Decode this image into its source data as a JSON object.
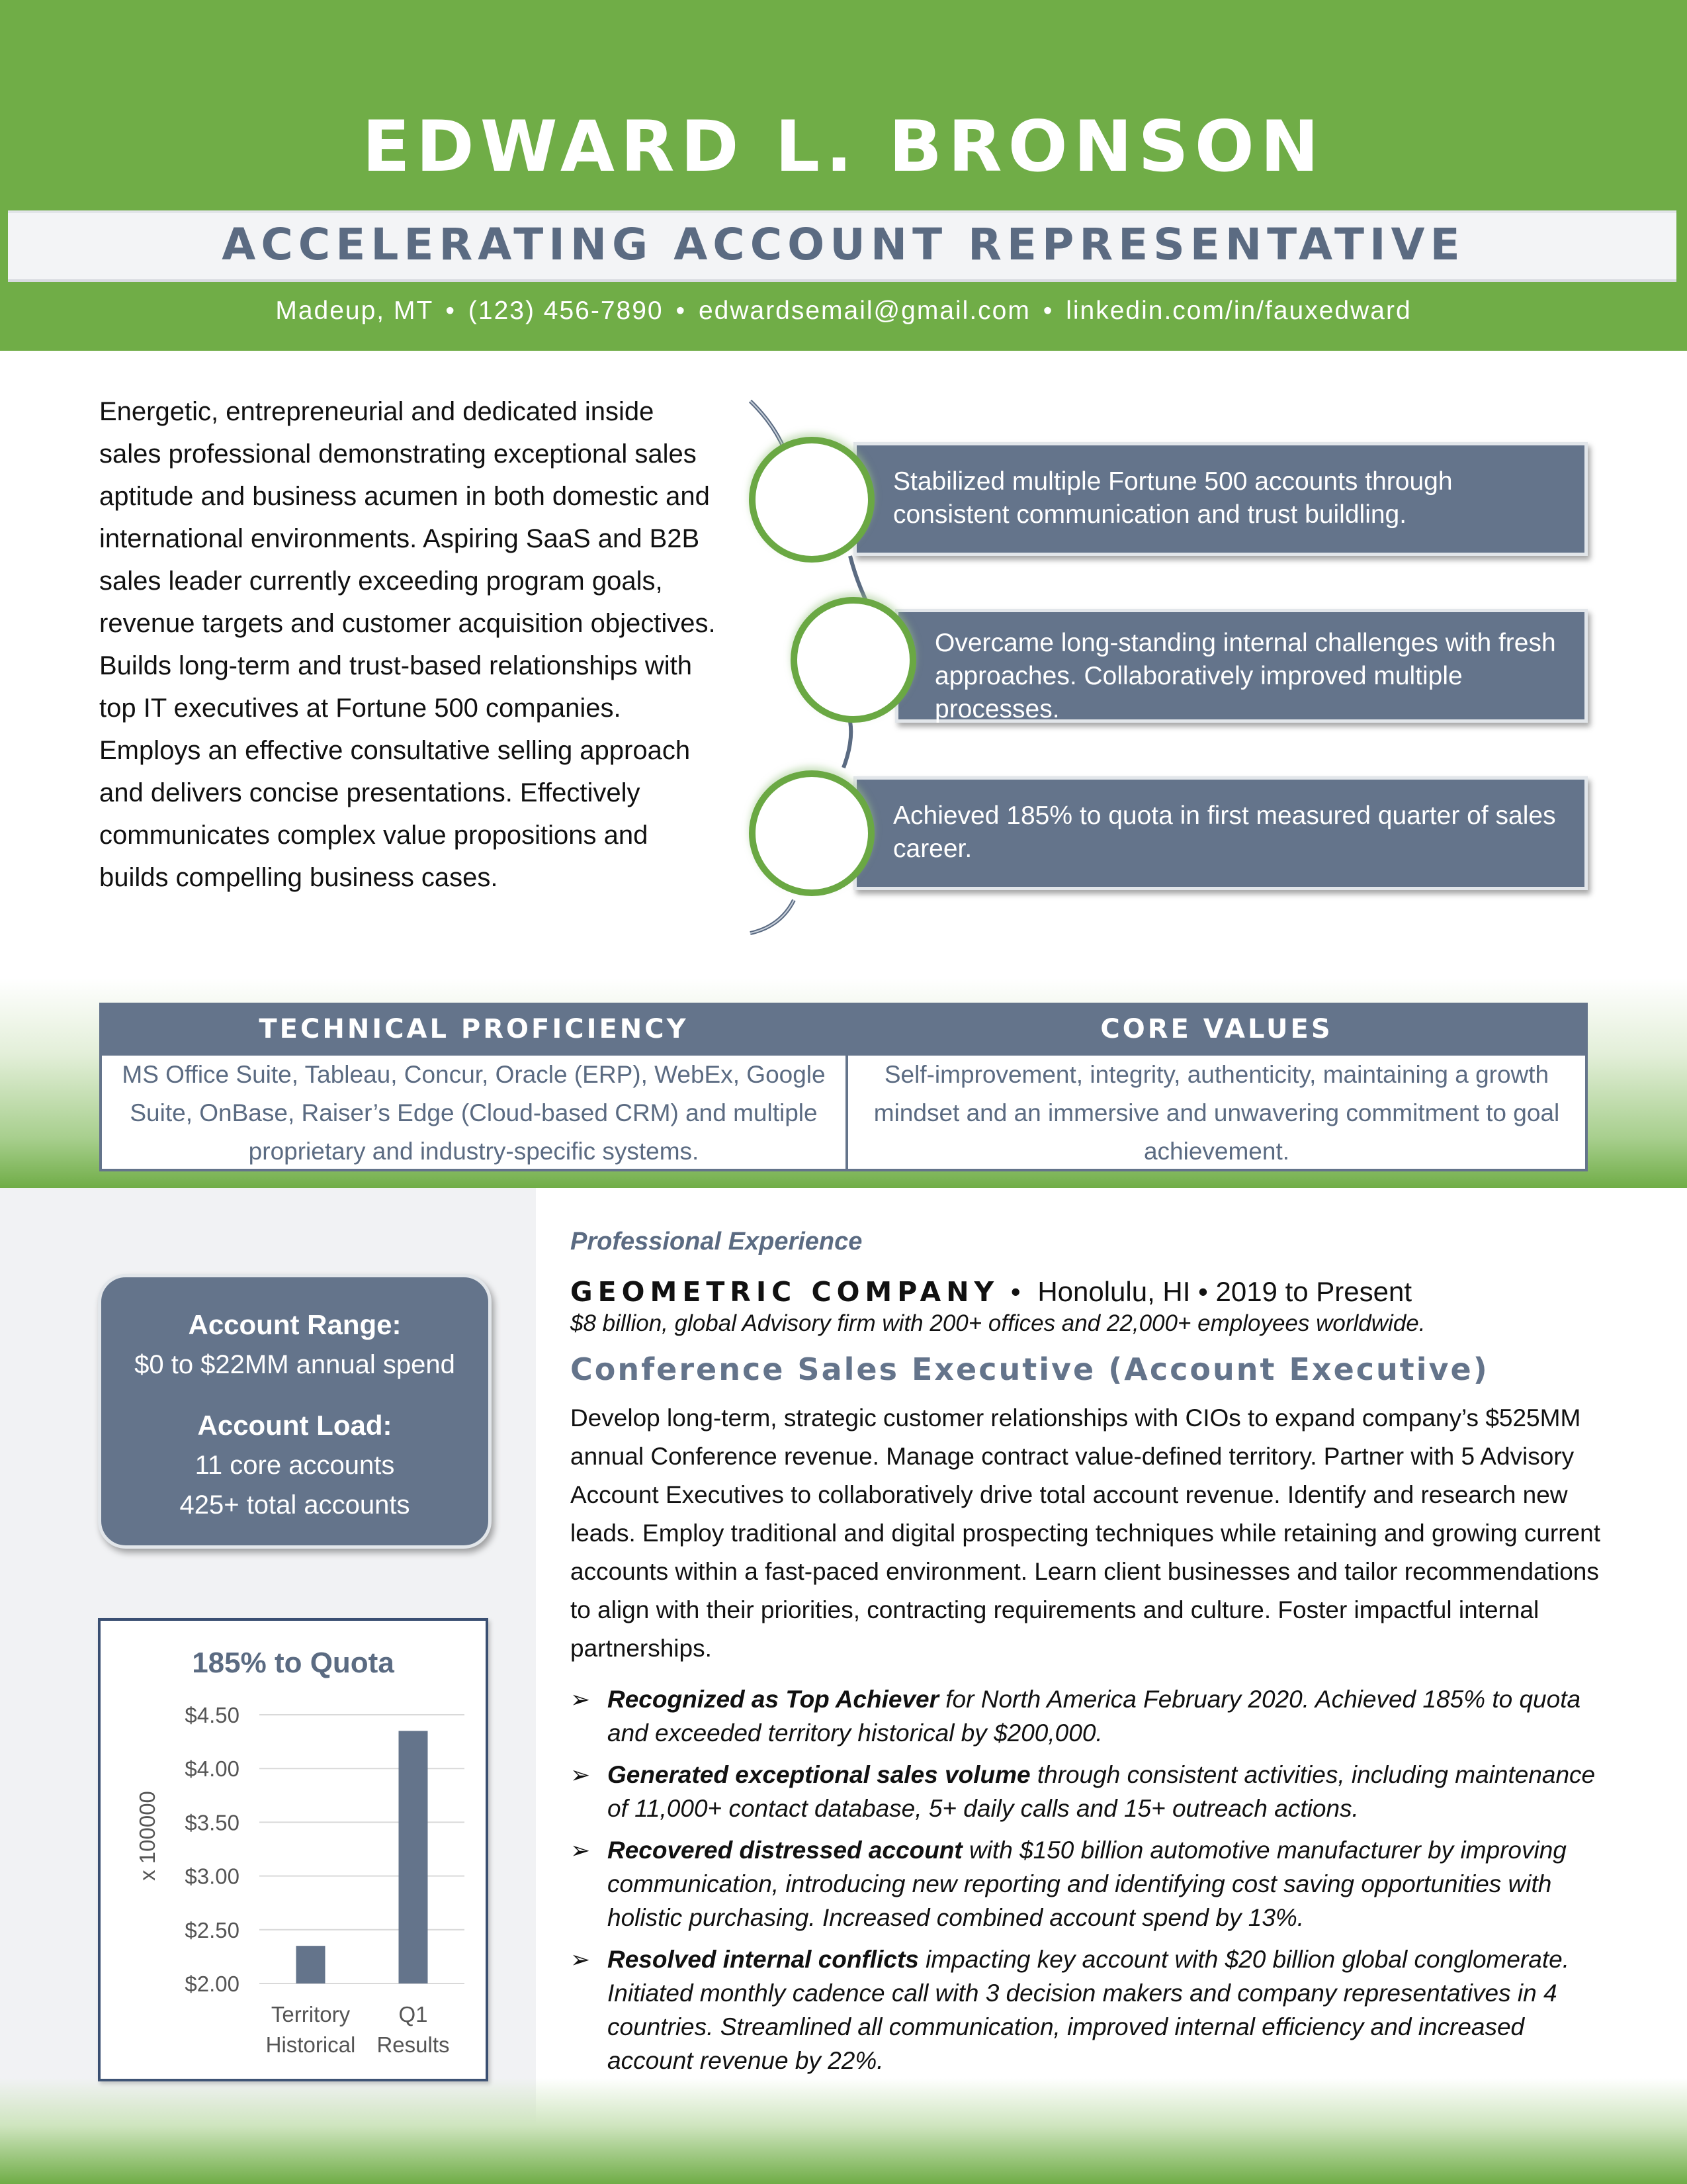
{
  "header": {
    "name": "EDWARD L. BRONSON",
    "tagline": "ACCELERATING ACCOUNT REPRESENTATIVE",
    "contact": [
      "Madeup, MT",
      "(123) 456-7890",
      "edwardsemail@gmail.com",
      "linkedin.com/in/fauxedward"
    ],
    "separator": "•"
  },
  "summary": "Energetic, entrepreneurial and dedicated inside sales professional demonstrating exceptional sales aptitude and business acumen in both domestic and international environments. Aspiring SaaS and B2B sales leader currently exceeding program goals, revenue targets and customer acquisition objectives. Builds long-term and trust-based relationships with top IT executives at Fortune 500 companies. Employs an effective consultative selling approach and delivers concise presentations. Effectively communicates complex value propositions and builds compelling business cases.",
  "highlights": [
    "Stabilized multiple Fortune 500 accounts through consistent communication and trust buildling.",
    "Overcame long-standing internal challenges with fresh approaches. Collaboratively improved multiple processes.",
    "Achieved 185% to quota in first measured quarter of sales career."
  ],
  "table": {
    "col1_header": "TECHNICAL PROFICIENCY",
    "col1_body": "MS Office Suite, Tableau, Concur, Oracle (ERP), WebEx, Google Suite, OnBase, Raiser’s Edge (Cloud-based CRM) and multiple proprietary and industry-specific systems.",
    "col2_header": "CORE VALUES",
    "col2_body": "Self-improvement, integrity, authenticity, maintaining a growth mindset and an immersive and unwavering commitment to goal achievement."
  },
  "account": {
    "range_label": "Account Range:",
    "range_value": "$0 to $22MM annual spend",
    "load_label": "Account Load:",
    "load_value1": "11 core accounts",
    "load_value2": "425+ total accounts"
  },
  "chart_data": {
    "type": "bar",
    "title": "185% to Quota",
    "ylabel": "x 100000",
    "xlabel": "",
    "categories": [
      [
        "Territory",
        "Historical"
      ],
      [
        "Q1",
        "Results"
      ]
    ],
    "values": [
      2.35,
      4.35
    ],
    "ylim": [
      2.0,
      4.5
    ],
    "yticks": [
      "$2.00",
      "$2.50",
      "$3.00",
      "$3.50",
      "$4.00",
      "$4.50"
    ],
    "ytick_values": [
      2.0,
      2.5,
      3.0,
      3.5,
      4.0,
      4.5
    ],
    "bar_color": "#64748b",
    "grid": true
  },
  "experience": {
    "section_label": "Professional Experience",
    "company": "GEOMETRIC COMPANY",
    "company_sep": "•",
    "location_dates": "Honolulu, HI • 2019 to Present",
    "company_desc": "$8 billion, global Advisory firm with 200+ offices and 22,000+ employees worldwide.",
    "role": "Conference Sales Executive (Account Executive)",
    "description": "Develop long-term, strategic customer relationships with CIOs to expand company’s $525MM annual Conference revenue. Manage contract value-defined territory. Partner with 5 Advisory Account Executives to collaboratively drive total account revenue. Identify and research new leads. Employ traditional and digital prospecting techniques while retaining and growing current accounts within a fast-paced environment. Learn client businesses and tailor recommendations to align with their priorities, contracting requirements and culture. Foster impactful internal partnerships.",
    "bullet_marker": "➢",
    "bullets": [
      {
        "bold": "Recognized as Top Achiever",
        "text": " for North America February 2020. Achieved 185% to quota and exceeded territory historical by $200,000."
      },
      {
        "bold": "Generated exceptional sales volume",
        "text": " through consistent activities, including maintenance of 11,000+ contact database, 5+ daily calls and 15+ outreach actions."
      },
      {
        "bold": "Recovered distressed account",
        "text": " with $150 billion automotive manufacturer by improving communication, introducing new reporting and identifying cost saving opportunities with holistic purchasing. Increased combined account spend by 13%."
      },
      {
        "bold": "Resolved internal conflicts",
        "text": " impacting key account with $20 billion global conglomerate. Initiated monthly cadence call with 3 decision makers and company representatives in 4 countries. Streamlined all communication, improved internal efficiency and increased account revenue by 22%."
      }
    ]
  },
  "colors": {
    "brand_green": "#70ad47",
    "slate": "#64748b",
    "slate_text": "#5b6b82"
  }
}
